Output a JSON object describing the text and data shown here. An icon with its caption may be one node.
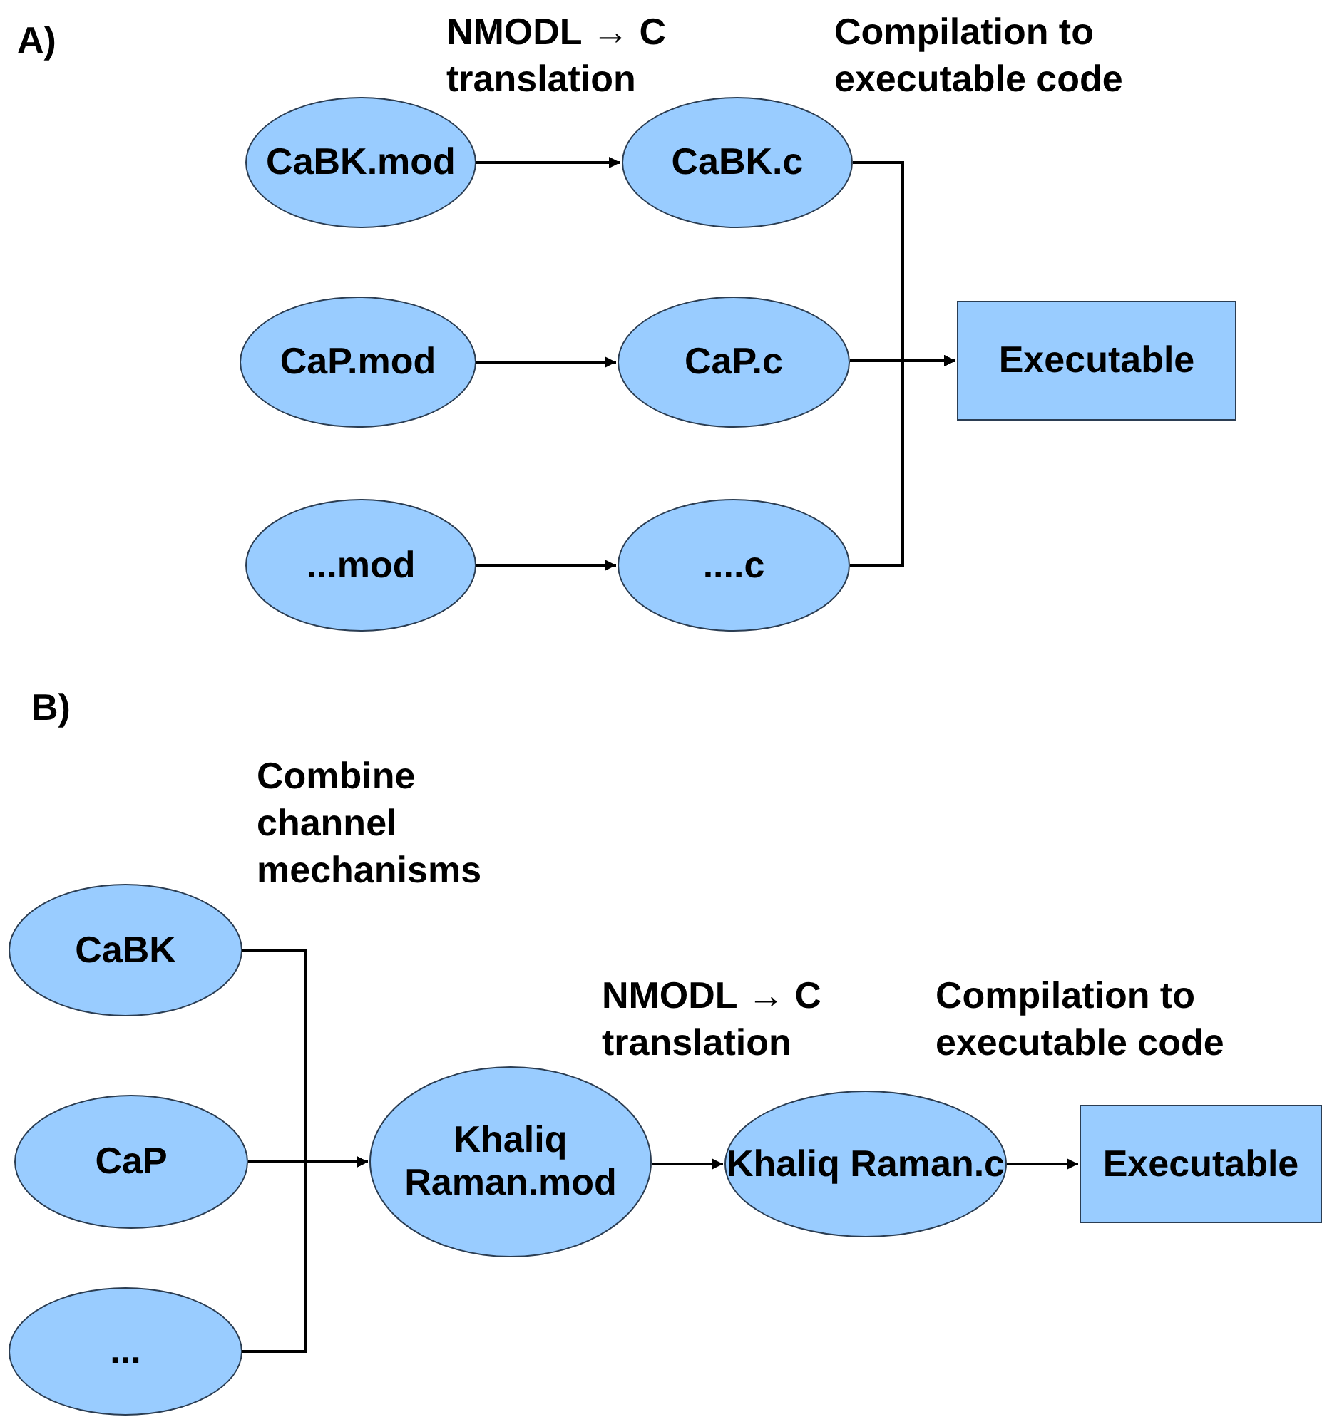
{
  "diagram": {
    "nodes": [
      {
        "text": [
          "CaBK.mod"
        ]
      },
      {
        "text": [
          "CaBK.c"
        ]
      },
      {
        "text": [
          "CaP.mod"
        ]
      },
      {
        "text": [
          "CaP.c"
        ]
      },
      {
        "text": [
          "...mod"
        ]
      },
      {
        "text": [
          "....c"
        ]
      },
      {
        "text": [
          "Executable"
        ]
      },
      {
        "text": [
          "CaBK"
        ]
      },
      {
        "text": [
          "CaP"
        ]
      },
      {
        "text": [
          "..."
        ]
      },
      {
        "text": [
          "Khaliq Raman.mod"
        ]
      },
      {
        "text": [
          "Khaliq Raman.c"
        ]
      },
      {
        "text": [
          "Executable"
        ]
      }
    ],
    "edges": [
      {
        "from": 0,
        "to": 1,
        "arrow": "to"
      },
      {
        "from": 2,
        "to": 3,
        "arrow": "to"
      },
      {
        "from": 4,
        "to": 5,
        "arrow": "to"
      },
      {
        "from": 1,
        "to": 6,
        "arrow": "to"
      },
      {
        "from": 3,
        "to": 6,
        "arrow": "to"
      },
      {
        "from": 5,
        "to": 6,
        "arrow": "to"
      },
      {
        "from": 7,
        "to": 10,
        "arrow": "to"
      },
      {
        "from": 8,
        "to": 10,
        "arrow": "to"
      },
      {
        "from": 9,
        "to": 10,
        "arrow": "to"
      },
      {
        "from": 10,
        "to": 11,
        "arrow": "to"
      },
      {
        "from": 11,
        "to": 12,
        "arrow": "to"
      }
    ],
    "labels": [
      "A)",
      "NMODL → C translation",
      "Compilation to executable code",
      "B)",
      "Combine channel mechanisms",
      "NMODL → C translation",
      "Compilation to executable code"
    ]
  }
}
